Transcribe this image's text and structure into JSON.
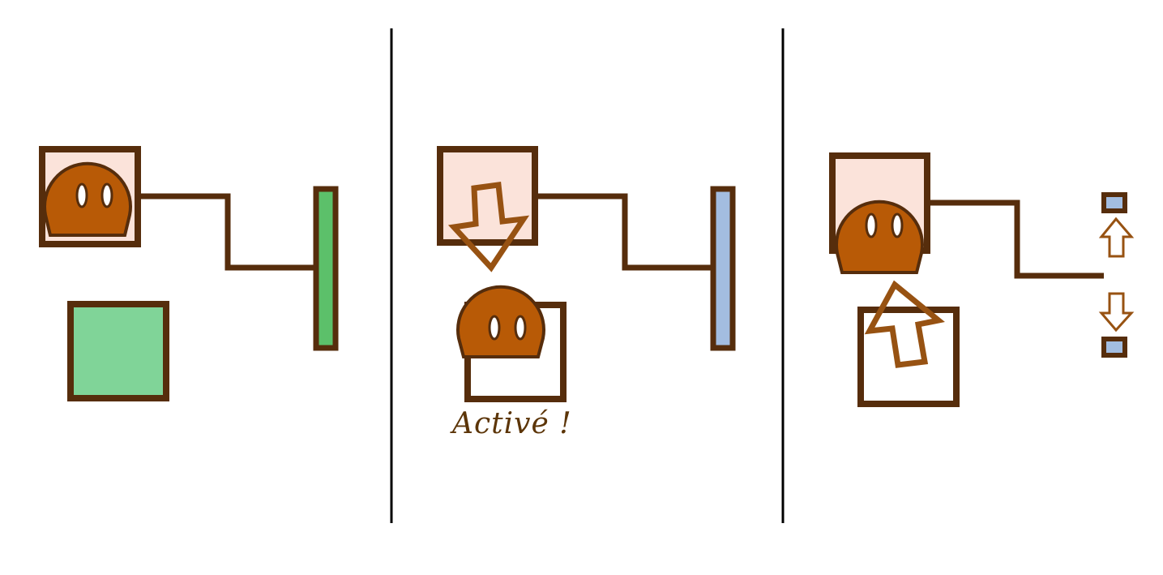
{
  "panels": [
    {
      "id": "panel-1",
      "state": "idle",
      "character_on": "top-block",
      "bottom_block_color": "#80d498",
      "door_color": "#5cc06a"
    },
    {
      "id": "panel-2",
      "state": "activated",
      "character_on": "bottom-block",
      "arrow": "down",
      "caption": "Activé !",
      "door_color": "#a3bde0"
    },
    {
      "id": "panel-3",
      "state": "returned",
      "character_on": "top-block",
      "arrow": "up",
      "side_arrows": [
        "up",
        "down"
      ],
      "small_blocks_color": "#a3bde0"
    }
  ],
  "colors": {
    "outline": "#562d0c",
    "character": "#b85a06",
    "top_block_fill": "#fbe3da",
    "arrow_stroke": "#975212",
    "divider": "#000000"
  }
}
